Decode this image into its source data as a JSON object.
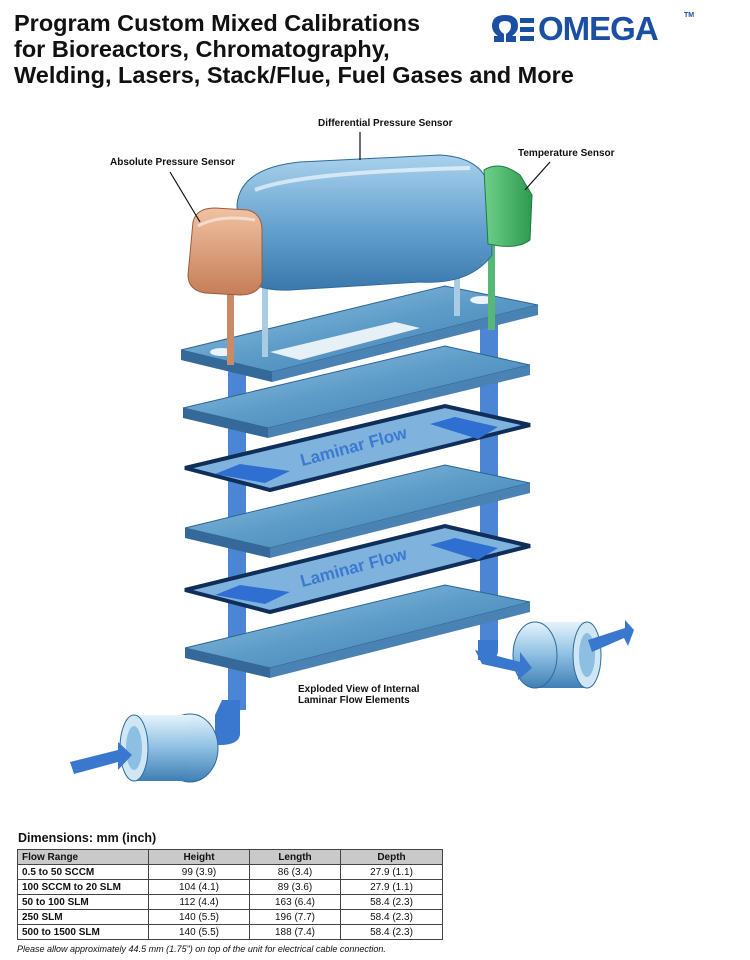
{
  "header": {
    "title_lines": [
      "Program Custom Mixed Calibrations",
      "for Bioreactors, Chromatography,",
      "Welding, Lasers, Stack/Flue, Fuel Gases and More"
    ],
    "logo_text": "OMEGA",
    "logo_tm": "TM"
  },
  "diagram": {
    "labels": {
      "differential": "Differential Pressure Sensor",
      "absolute": "Absolute Pressure Sensor",
      "temperature": "Temperature Sensor",
      "exploded_line1": "Exploded View of Internal",
      "exploded_line2": "Laminar Flow Elements"
    },
    "flow_label": "Laminar Flow"
  },
  "dimensions": {
    "title": "Dimensions: mm (inch)",
    "columns": [
      "Flow Range",
      "Height",
      "Length",
      "Depth"
    ],
    "rows": [
      [
        "0.5 to 50 SCCM",
        "99 (3.9)",
        "86 (3.4)",
        "27.9 (1.1)"
      ],
      [
        "100 SCCM to 20 SLM",
        "104 (4.1)",
        "89 (3.6)",
        "27.9 (1.1)"
      ],
      [
        "50 to 100 SLM",
        "112 (4.4)",
        "163 (6.4)",
        "58.4 (2.3)"
      ],
      [
        "250 SLM",
        "140 (5.5)",
        "196 (7.7)",
        "58.4 (2.3)"
      ],
      [
        "500 to 1500 SLM",
        "140 (5.5)",
        "188 (7.4)",
        "58.4 (2.3)"
      ]
    ],
    "note": "Please allow approximately 44.5 mm (1.75\") on top of the unit for electrical cable connection."
  },
  "colors": {
    "brand": "#1a4fa3",
    "plate": "#6aa6cf",
    "sensor_absolute": "#d99873",
    "sensor_temperature": "#3aa65a"
  }
}
